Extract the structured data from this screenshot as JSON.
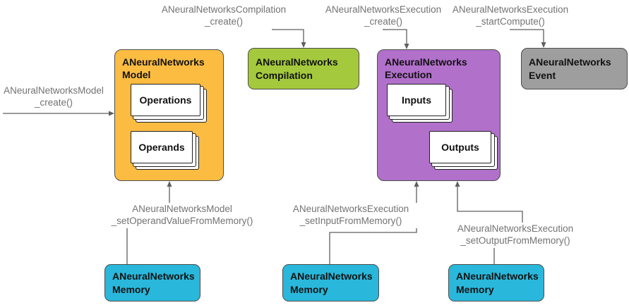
{
  "colors": {
    "model": "#FBBC41",
    "compilation": "#A4C93C",
    "execution": "#B170CA",
    "event": "#9E9E9E",
    "memory": "#29B8DB",
    "connector": "#5f5f5f",
    "label_text": "#737373"
  },
  "boxes": {
    "model": {
      "line1": "ANeuralNetworks",
      "line2": "Model"
    },
    "compilation": {
      "line1": "ANeuralNetworks",
      "line2": "Compilation"
    },
    "execution": {
      "line1": "ANeuralNetworks",
      "line2": "Execution"
    },
    "event": {
      "line1": "ANeuralNetworks",
      "line2": "Event"
    },
    "memory1": {
      "line1": "ANeuralNetworks",
      "line2": "Memory"
    },
    "memory2": {
      "line1": "ANeuralNetworks",
      "line2": "Memory"
    },
    "memory3": {
      "line1": "ANeuralNetworks",
      "line2": "Memory"
    }
  },
  "cards": {
    "operations": "Operations",
    "operands": "Operands",
    "inputs": "Inputs",
    "outputs": "Outputs"
  },
  "labels": {
    "model_create": {
      "line1": "ANeuralNetworksModel",
      "line2": "_create()"
    },
    "compilation_create": {
      "line1": "ANeuralNetworksCompilation",
      "line2": "_create()"
    },
    "execution_create": {
      "line1": "ANeuralNetworksExecution",
      "line2": "_create()"
    },
    "start_compute": {
      "line1": "ANeuralNetworksExecution",
      "line2": "_startCompute()"
    },
    "set_operand_value": {
      "line1": "ANeuralNetworksModel",
      "line2": "_setOperandValueFromMemory()"
    },
    "set_input": {
      "line1": "ANeuralNetworksExecution",
      "line2": "_setInputFromMemory()"
    },
    "set_output": {
      "line1": "ANeuralNetworksExecution",
      "line2": "_setOutputFromMemory()"
    }
  }
}
